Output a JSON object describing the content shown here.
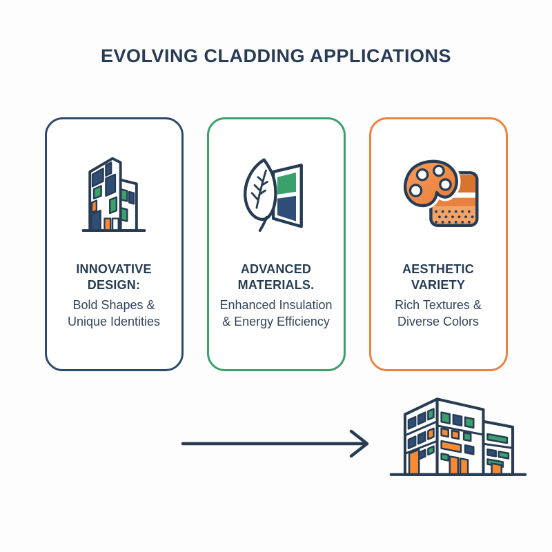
{
  "title": "EVOLVING CLADDING APPLICATIONS",
  "colors": {
    "text_navy": "#273c53",
    "card1_border": "#2e4a6b",
    "card2_border": "#3aa06c",
    "card3_border": "#ef813f",
    "icon_navy_fill": "#2e4d77",
    "icon_green_fill": "#3aa06c",
    "icon_orange_fill": "#f68b33"
  },
  "cards": [
    {
      "icon": "abstract-building-icon",
      "border_color": "#2e4a6b",
      "heading": "INNOVATIVE DESIGN:",
      "line1": "Bold Shapes &",
      "line2": "Unique Identities"
    },
    {
      "icon": "leaf-window-icon",
      "border_color": "#3aa06c",
      "heading": "ADVANCED MATERIALS.",
      "line1": "Enhanced Insulation",
      "line2": "& Energy Efficiency"
    },
    {
      "icon": "palette-swatch-icon",
      "border_color": "#ef813f",
      "heading": "AESTHETIC VARIETY",
      "line1": "Rich Textures &",
      "line2": "Diverse Colors"
    }
  ],
  "footer": {
    "arrow_icon": "right-arrow-icon",
    "building_icon": "modern-building-illustration"
  }
}
